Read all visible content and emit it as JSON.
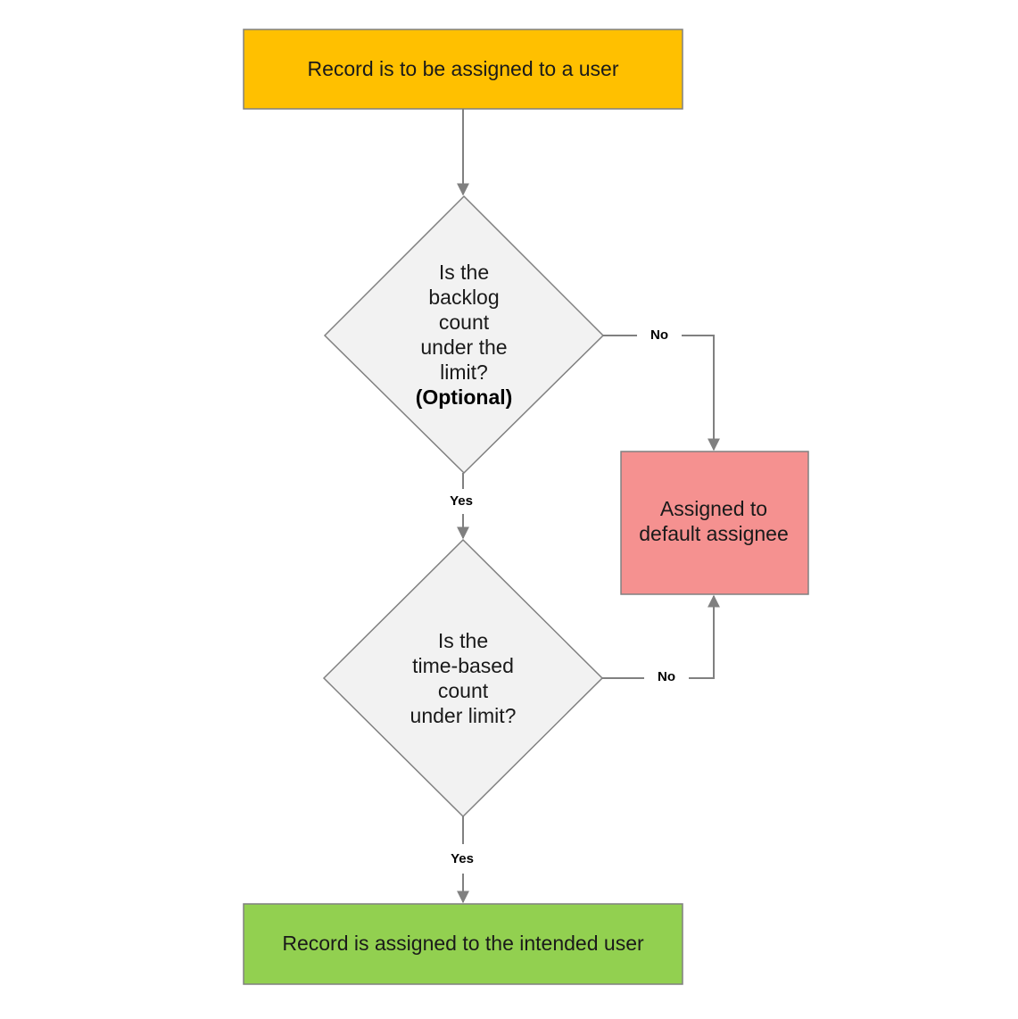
{
  "colors": {
    "start_fill": "#FFC000",
    "default_fill": "#F59190",
    "end_fill": "#92D050",
    "decision_fill": "#F2F2F2",
    "stroke": "#808080"
  },
  "nodes": {
    "start": {
      "text": "Record is to be assigned to a user"
    },
    "decision1": {
      "lines": [
        "Is the",
        "backlog",
        "count",
        "under the",
        "limit?"
      ],
      "bold_line": "(Optional)"
    },
    "decision2": {
      "lines": [
        "Is the",
        "time-based",
        "count",
        "under limit?"
      ]
    },
    "default_assignee": {
      "lines": [
        "Assigned to",
        "default assignee"
      ]
    },
    "end": {
      "text": "Record is assigned to the intended user"
    }
  },
  "edges": {
    "d1_no": "No",
    "d1_yes": "Yes",
    "d2_no": "No",
    "d2_yes": "Yes"
  }
}
